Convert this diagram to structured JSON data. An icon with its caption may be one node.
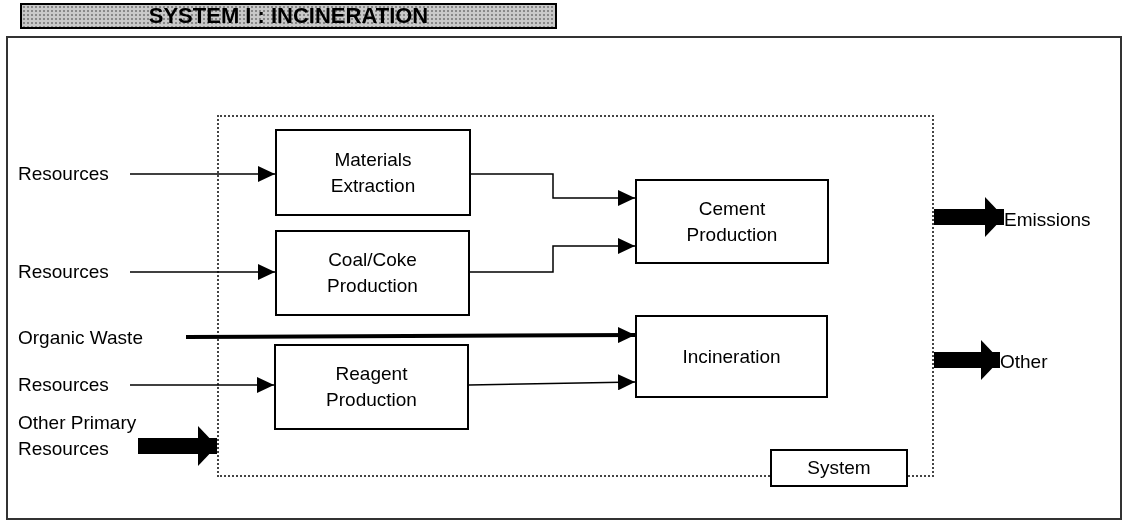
{
  "diagram": {
    "nodes": [
      {
        "text": [
          "SYSTEM I : INCINERATION"
        ]
      },
      {
        "text": [
          "System"
        ],
        "in": 0
      },
      {
        "text": [
          "Materials Extraction"
        ],
        "in": 1
      },
      {
        "text": [
          "Coal/Coke Production"
        ],
        "in": 1
      },
      {
        "text": [
          "Cement Production"
        ],
        "in": 1
      },
      {
        "text": [
          "Reagent Production"
        ],
        "in": 1
      },
      {
        "text": [
          "Incineration"
        ],
        "in": 1
      },
      {
        "text": [
          "Resources"
        ],
        "in": 0
      },
      {
        "text": [
          "Resources"
        ],
        "in": 0
      },
      {
        "text": [
          "Organic Waste"
        ],
        "in": 0
      },
      {
        "text": [
          "Resources"
        ],
        "in": 0
      },
      {
        "text": [
          "Other Primary Resources"
        ],
        "in": 0
      },
      {
        "text": [
          "Emissions"
        ],
        "in": 0
      },
      {
        "text": [
          "Other"
        ],
        "in": 0
      }
    ],
    "edges": [
      {
        "from": 7,
        "to": 2,
        "arrow": "to"
      },
      {
        "from": 8,
        "to": 3,
        "arrow": "to"
      },
      {
        "from": 2,
        "to": 4,
        "arrow": "to"
      },
      {
        "from": 3,
        "to": 4,
        "arrow": "to"
      },
      {
        "from": 9,
        "to": 6,
        "arrow": "to",
        "style": "thick"
      },
      {
        "from": 10,
        "to": 5,
        "arrow": "to"
      },
      {
        "from": 5,
        "to": 6,
        "arrow": "to"
      },
      {
        "from": 11,
        "to": 1,
        "arrow": "to",
        "style": "thick"
      },
      {
        "from": 1,
        "to": 12,
        "arrow": "to",
        "style": "thick"
      },
      {
        "from": 1,
        "to": 13,
        "arrow": "to",
        "style": "thick"
      }
    ]
  }
}
